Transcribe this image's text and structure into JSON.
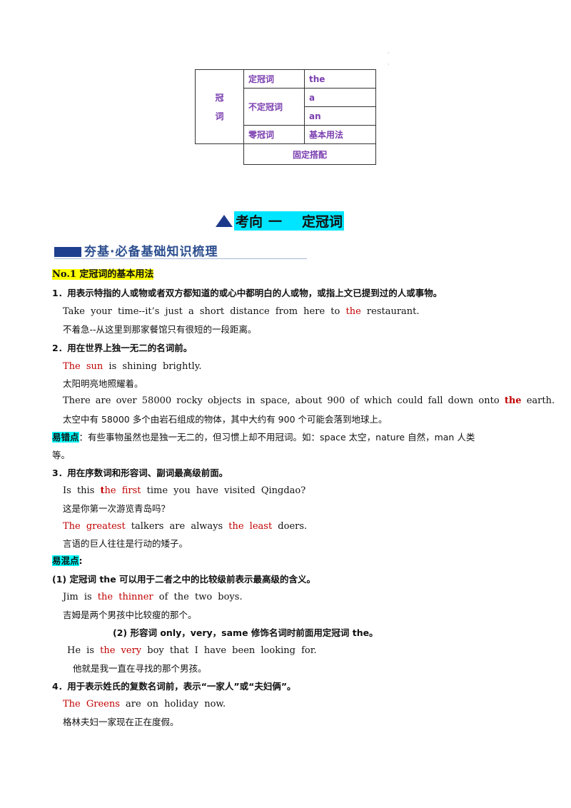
{
  "table": {
    "category": "冠词",
    "rows": {
      "definite": {
        "type": "定冠词",
        "form": "the"
      },
      "indefinite": {
        "type": "不定冠词",
        "forms": [
          "a",
          "an"
        ]
      },
      "zero": {
        "type": "零冠词",
        "form": "基本用法"
      },
      "fixed": "固定搭配"
    }
  },
  "main_heading": {
    "a": "考向",
    "b": "一",
    "c": "定冠词"
  },
  "section_banner": "夯基·必备基础知识梳理",
  "no1_title": "No.1 定冠词的基本用法",
  "rule1": {
    "heading": "1．用表示特指的人或物或者双方都知道的或心中都明白的人或物，或指上文已提到过的人或事物。",
    "en_pre": "Take your time--it’s just a short distance from here to ",
    "en_hl": "the",
    "en_post": " restaurant.",
    "cn": "不着急--从这里到那家餐馆只有很短的一段距离。"
  },
  "rule2": {
    "heading": "2．用在世界上独一无二的名词前。",
    "ex1_hl": "The sun",
    "ex1_post": " is shining brightly.",
    "ex1_cn": "太阳明亮地照耀着。",
    "ex2_pre": "There are over 58000 rocky objects in space, about 900 of which could fall down onto ",
    "ex2_hl": "the",
    "ex2_post": " earth.",
    "ex2_cn": "太空中有 58000 多个由岩石组成的物体，其中大约有 900 个可能会落到地球上。"
  },
  "pitfall": {
    "label": "易错点",
    "text1": "：有些事物虽然也是独一无二的，但习惯上却不用冠词。如：space 太空，nature 自然，man 人类",
    "text2": "等。"
  },
  "rule3": {
    "heading": "3．用在序数词和形容词、副词最高级前面。",
    "ex1_pre": "Is this ",
    "ex1_t": "t",
    "ex1_he": "he first",
    "ex1_post": " time you have visited Qingdao?",
    "ex1_cn": "这是你第一次游览青岛吗？",
    "ex2_a": "The greatest",
    "ex2_b": " talkers are always ",
    "ex2_c": "the least",
    "ex2_d": " doers.",
    "ex2_cn": "言语的巨人往往是行动的矮子。"
  },
  "confuse": {
    "label": "易混点",
    "colon": ":",
    "p1": "(1)  定冠词 the 可以用于二者之中的比较级前表示最高级的含义。",
    "p1_pre": "Jim is ",
    "p1_hl": "the thinner",
    "p1_post": " of the two boys.",
    "p1_cn": "吉姆是两个男孩中比较瘦的那个。",
    "p2": "(2)  形容词 only，very，same 修饰名词时前面用定冠词 the。",
    "p2_pre": "He is ",
    "p2_hl": "the very",
    "p2_post": " boy that I have been looking for.",
    "p2_cn": "他就是我一直在寻找的那个男孩。"
  },
  "rule4": {
    "heading": "4．用于表示姓氏的复数名词前，表示“一家人”或“夫妇俩”。",
    "ex_hl": "The Greens",
    "ex_post": " are on holiday now.",
    "ex_cn": "格林夫妇一家现在正在度假。"
  },
  "colors": {
    "accent_purple": "#7b3fb0",
    "highlight_red": "#c00000",
    "cyan": "#00e5ff",
    "yellow": "#ffff00",
    "banner_blue": "#1f3f8f"
  }
}
